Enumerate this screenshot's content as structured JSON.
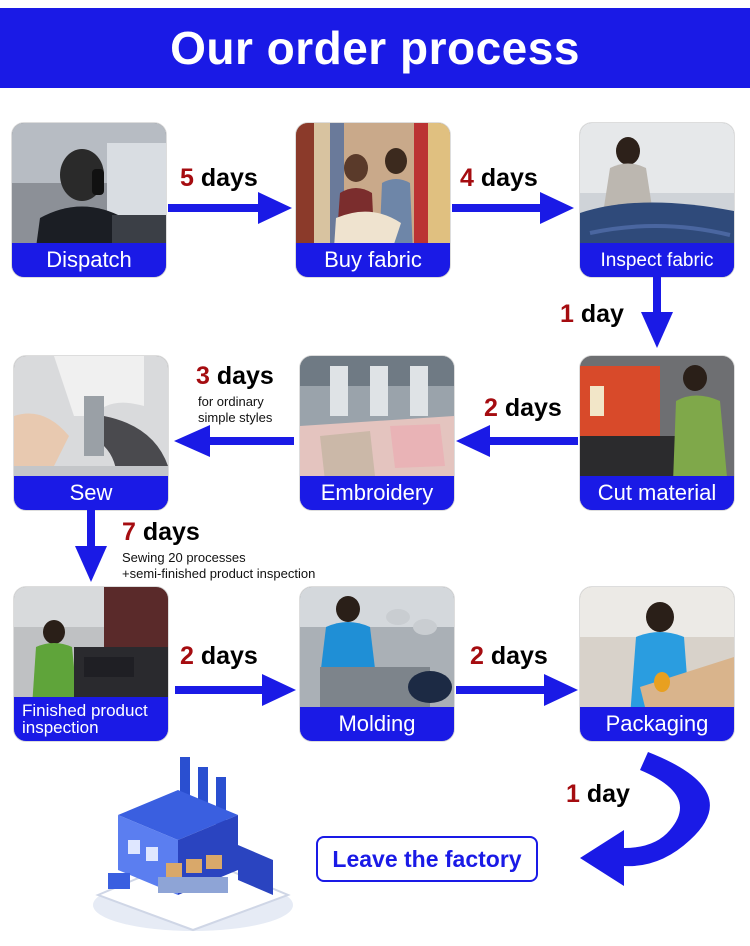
{
  "header": {
    "title": "Our order process"
  },
  "steps": {
    "dispatch": "Dispatch",
    "buy_fabric": "Buy fabric",
    "inspect_fabric": "Inspect fabric",
    "cut_material": "Cut material",
    "embroidery": "Embroidery",
    "sew": "Sew",
    "finished_line1": "Finished product",
    "finished_line2": "inspection",
    "molding": "Molding",
    "packaging": "Packaging"
  },
  "durations": {
    "d1": {
      "num": "5",
      "unit": " days"
    },
    "d2": {
      "num": "4",
      "unit": " days"
    },
    "d3": {
      "num": "1",
      "unit": " day"
    },
    "d4": {
      "num": "2",
      "unit": " days"
    },
    "d5": {
      "num": "3",
      "unit": " days",
      "note1": "for ordinary",
      "note2": "simple styles"
    },
    "d6": {
      "num": "7",
      "unit": " days",
      "note1": "Sewing 20 processes",
      "note2": "+semi-finished product inspection"
    },
    "d7": {
      "num": "2",
      "unit": " days"
    },
    "d8": {
      "num": "2",
      "unit": " days"
    },
    "d9": {
      "num": "1",
      "unit": " day"
    }
  },
  "final": {
    "label": "Leave the factory"
  },
  "colors": {
    "brand_blue": "#1a1ae6",
    "number_red": "#a50c10"
  },
  "icons": [
    "factory-illustration"
  ]
}
